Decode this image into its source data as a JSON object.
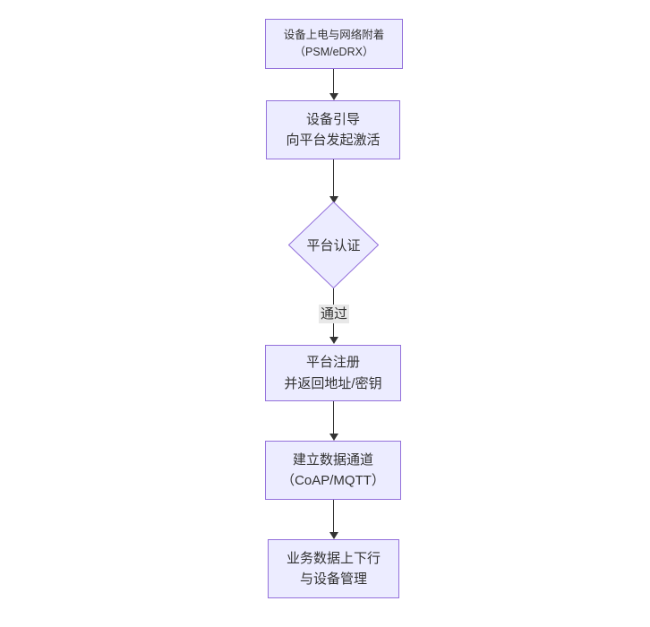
{
  "diagram": {
    "type": "flowchart",
    "direction": "top-down",
    "nodes": [
      {
        "id": "A",
        "shape": "rect",
        "line1": "设备上电与网络附着",
        "line2": "（PSM/eDRX）"
      },
      {
        "id": "B",
        "shape": "rect",
        "line1": "设备引导",
        "line2": "向平台发起激活"
      },
      {
        "id": "C",
        "shape": "diamond",
        "line1": "平台认证",
        "line2": ""
      },
      {
        "id": "D",
        "shape": "rect",
        "line1": "平台注册",
        "line2": "并返回地址/密钥"
      },
      {
        "id": "E",
        "shape": "rect",
        "line1": "建立数据通道",
        "line2": "（CoAP/MQTT）"
      },
      {
        "id": "F",
        "shape": "rect",
        "line1": "业务数据上下行",
        "line2": "与设备管理"
      }
    ],
    "edges": [
      {
        "from": "A",
        "to": "B",
        "label": ""
      },
      {
        "from": "B",
        "to": "C",
        "label": ""
      },
      {
        "from": "C",
        "to": "D",
        "label": "通过"
      },
      {
        "from": "D",
        "to": "E",
        "label": ""
      },
      {
        "from": "E",
        "to": "F",
        "label": ""
      }
    ],
    "colors": {
      "node_fill": "#ECECFF",
      "node_border": "#9370DB",
      "text": "#333333",
      "edge": "#333333",
      "edge_label_bg": "#e8e8e8",
      "background": "#ffffff"
    }
  }
}
